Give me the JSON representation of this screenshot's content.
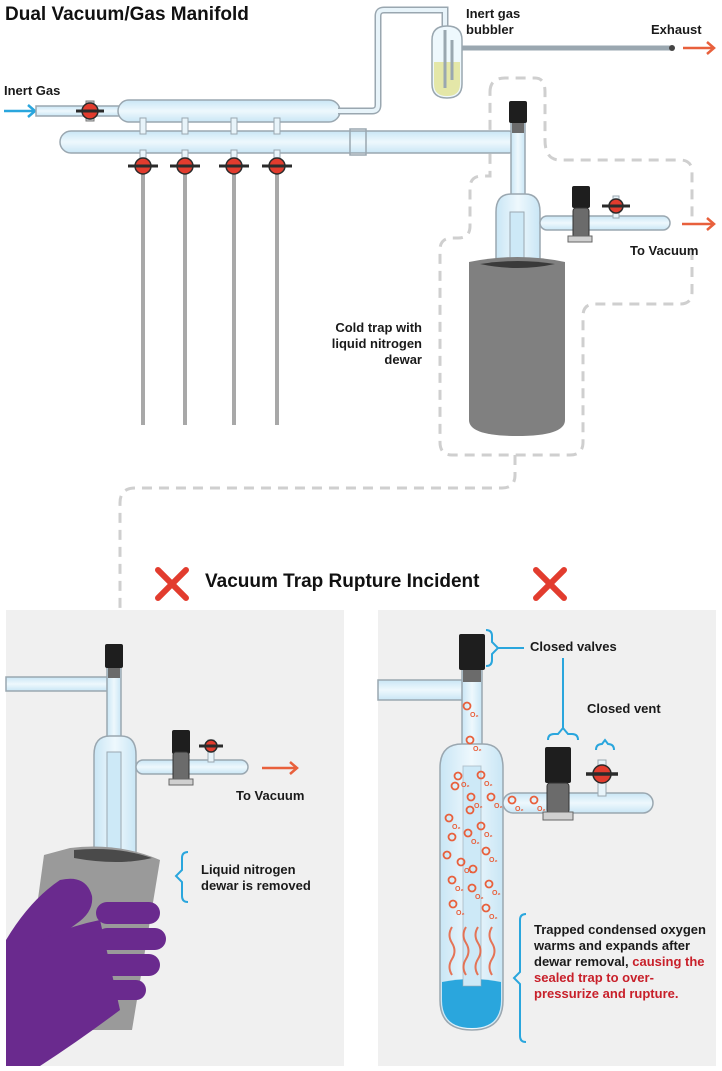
{
  "title": "Dual Vacuum/Gas Manifold",
  "incident_title": "Vacuum Trap Rupture Incident",
  "labels": {
    "inert_gas": "Inert Gas",
    "bubbler": "Inert gas\nbubbler",
    "exhaust": "Exhaust",
    "to_vacuum_top": "To Vacuum",
    "cold_trap": "Cold trap with\nliquid nitrogen\ndewar",
    "to_vacuum_left": "To Vacuum",
    "dewar_removed": "Liquid nitrogen\ndewar is removed",
    "closed_valves": "Closed valves",
    "closed_vent": "Closed vent",
    "warning_plain": "Trapped condensed oxygen warms and expands after dewar removal, ",
    "warning_red": "causing the sealed trap to over-pressurize and rupture.",
    "o2": "O₂"
  },
  "colors": {
    "arrow_inert": "#2aa6dd",
    "arrow_out": "#e8603c",
    "glass_fill": "#dff1fb",
    "glass_edge": "#9aa7b0",
    "dewar": "#808080",
    "valve_red": "#e23c2e",
    "hand": "#6a2a8e",
    "panel_bg": "#f0f0f0",
    "callout": "#2aa6dd",
    "warning_red": "#c8202a",
    "liquid_blue": "#2aa6dd",
    "bubbler_liquid": "#e4e7a8"
  }
}
